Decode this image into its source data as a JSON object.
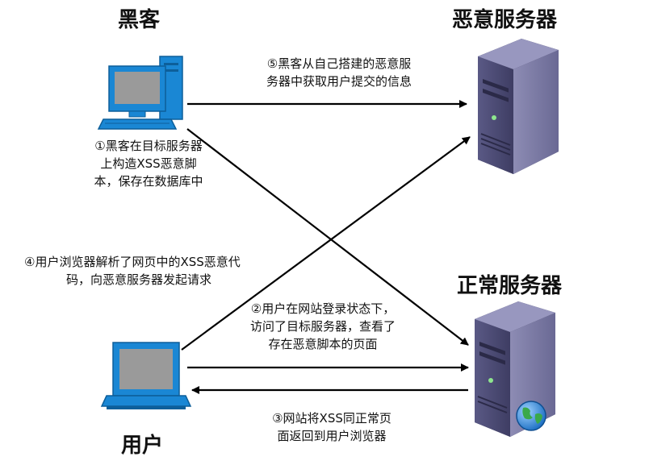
{
  "labels": {
    "hacker": "黑客",
    "malicious_server": "恶意服务器",
    "normal_server": "正常服务器",
    "user": "用户"
  },
  "steps": {
    "step1": [
      "①黑客在目标服务器",
      "上构造XSS恶意脚",
      "本，保存在数据库中"
    ],
    "step2": [
      "②用户在网站登录状态下，",
      "访问了目标服务器，查看了",
      "存在恶意脚本的页面"
    ],
    "step3": [
      "③网站将XSS同正常页",
      "面返回到用户浏览器"
    ],
    "step4": [
      "④用户浏览器解析了网页中的XSS恶意代",
      "码，向恶意服务器发起请求"
    ],
    "step5": [
      "⑤黑客从自己搭建的恶意服",
      "务器中获取用户提交的信息"
    ]
  },
  "icons": {
    "hacker_computer": "desktop-computer-icon",
    "user_laptop": "laptop-icon",
    "malicious_server": "server-tower-icon",
    "normal_server": "server-tower-icon",
    "globe": "globe-icon"
  },
  "colors": {
    "screen_blue": "#1a87d4",
    "server_purple": "#4b4a73",
    "arrow": "#000000"
  }
}
